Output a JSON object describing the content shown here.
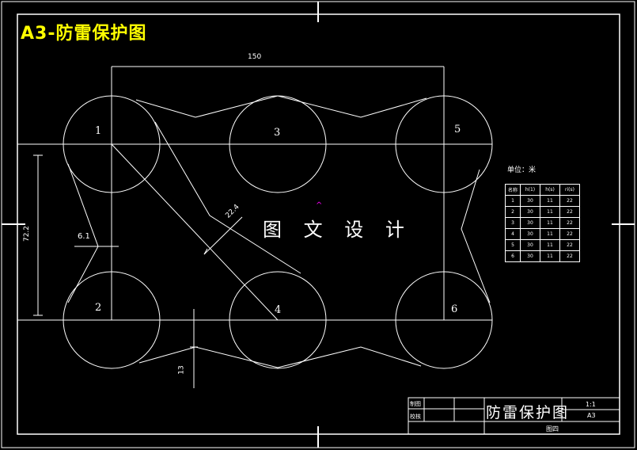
{
  "title": "A3-防雷保护图",
  "watermark": "图 文 设 计",
  "circle_labels": [
    "1",
    "3",
    "5",
    "2",
    "4",
    "6"
  ],
  "dimensions": {
    "width": "150",
    "height": "72.2",
    "offset": "6.1",
    "diag": "22.4",
    "gap": "13"
  },
  "unit_label": "单位：米",
  "table": {
    "headers": [
      "名称",
      "h(1)",
      "h(s)",
      "ri(s)"
    ],
    "rows": [
      [
        "1",
        "30",
        "11",
        "22"
      ],
      [
        "2",
        "30",
        "11",
        "22"
      ],
      [
        "3",
        "30",
        "11",
        "22"
      ],
      [
        "4",
        "30",
        "11",
        "22"
      ],
      [
        "5",
        "30",
        "11",
        "22"
      ],
      [
        "6",
        "30",
        "11",
        "22"
      ]
    ]
  },
  "title_block": {
    "drawn": "制图",
    "checked": "校核",
    "name": "防雷保护图",
    "scale": "1:1",
    "size": "A3",
    "sheet": "图四"
  },
  "colors": {
    "background": "#000000",
    "lines": "#ffffff",
    "title": "#ffff00",
    "marker": "#ff00ff"
  }
}
